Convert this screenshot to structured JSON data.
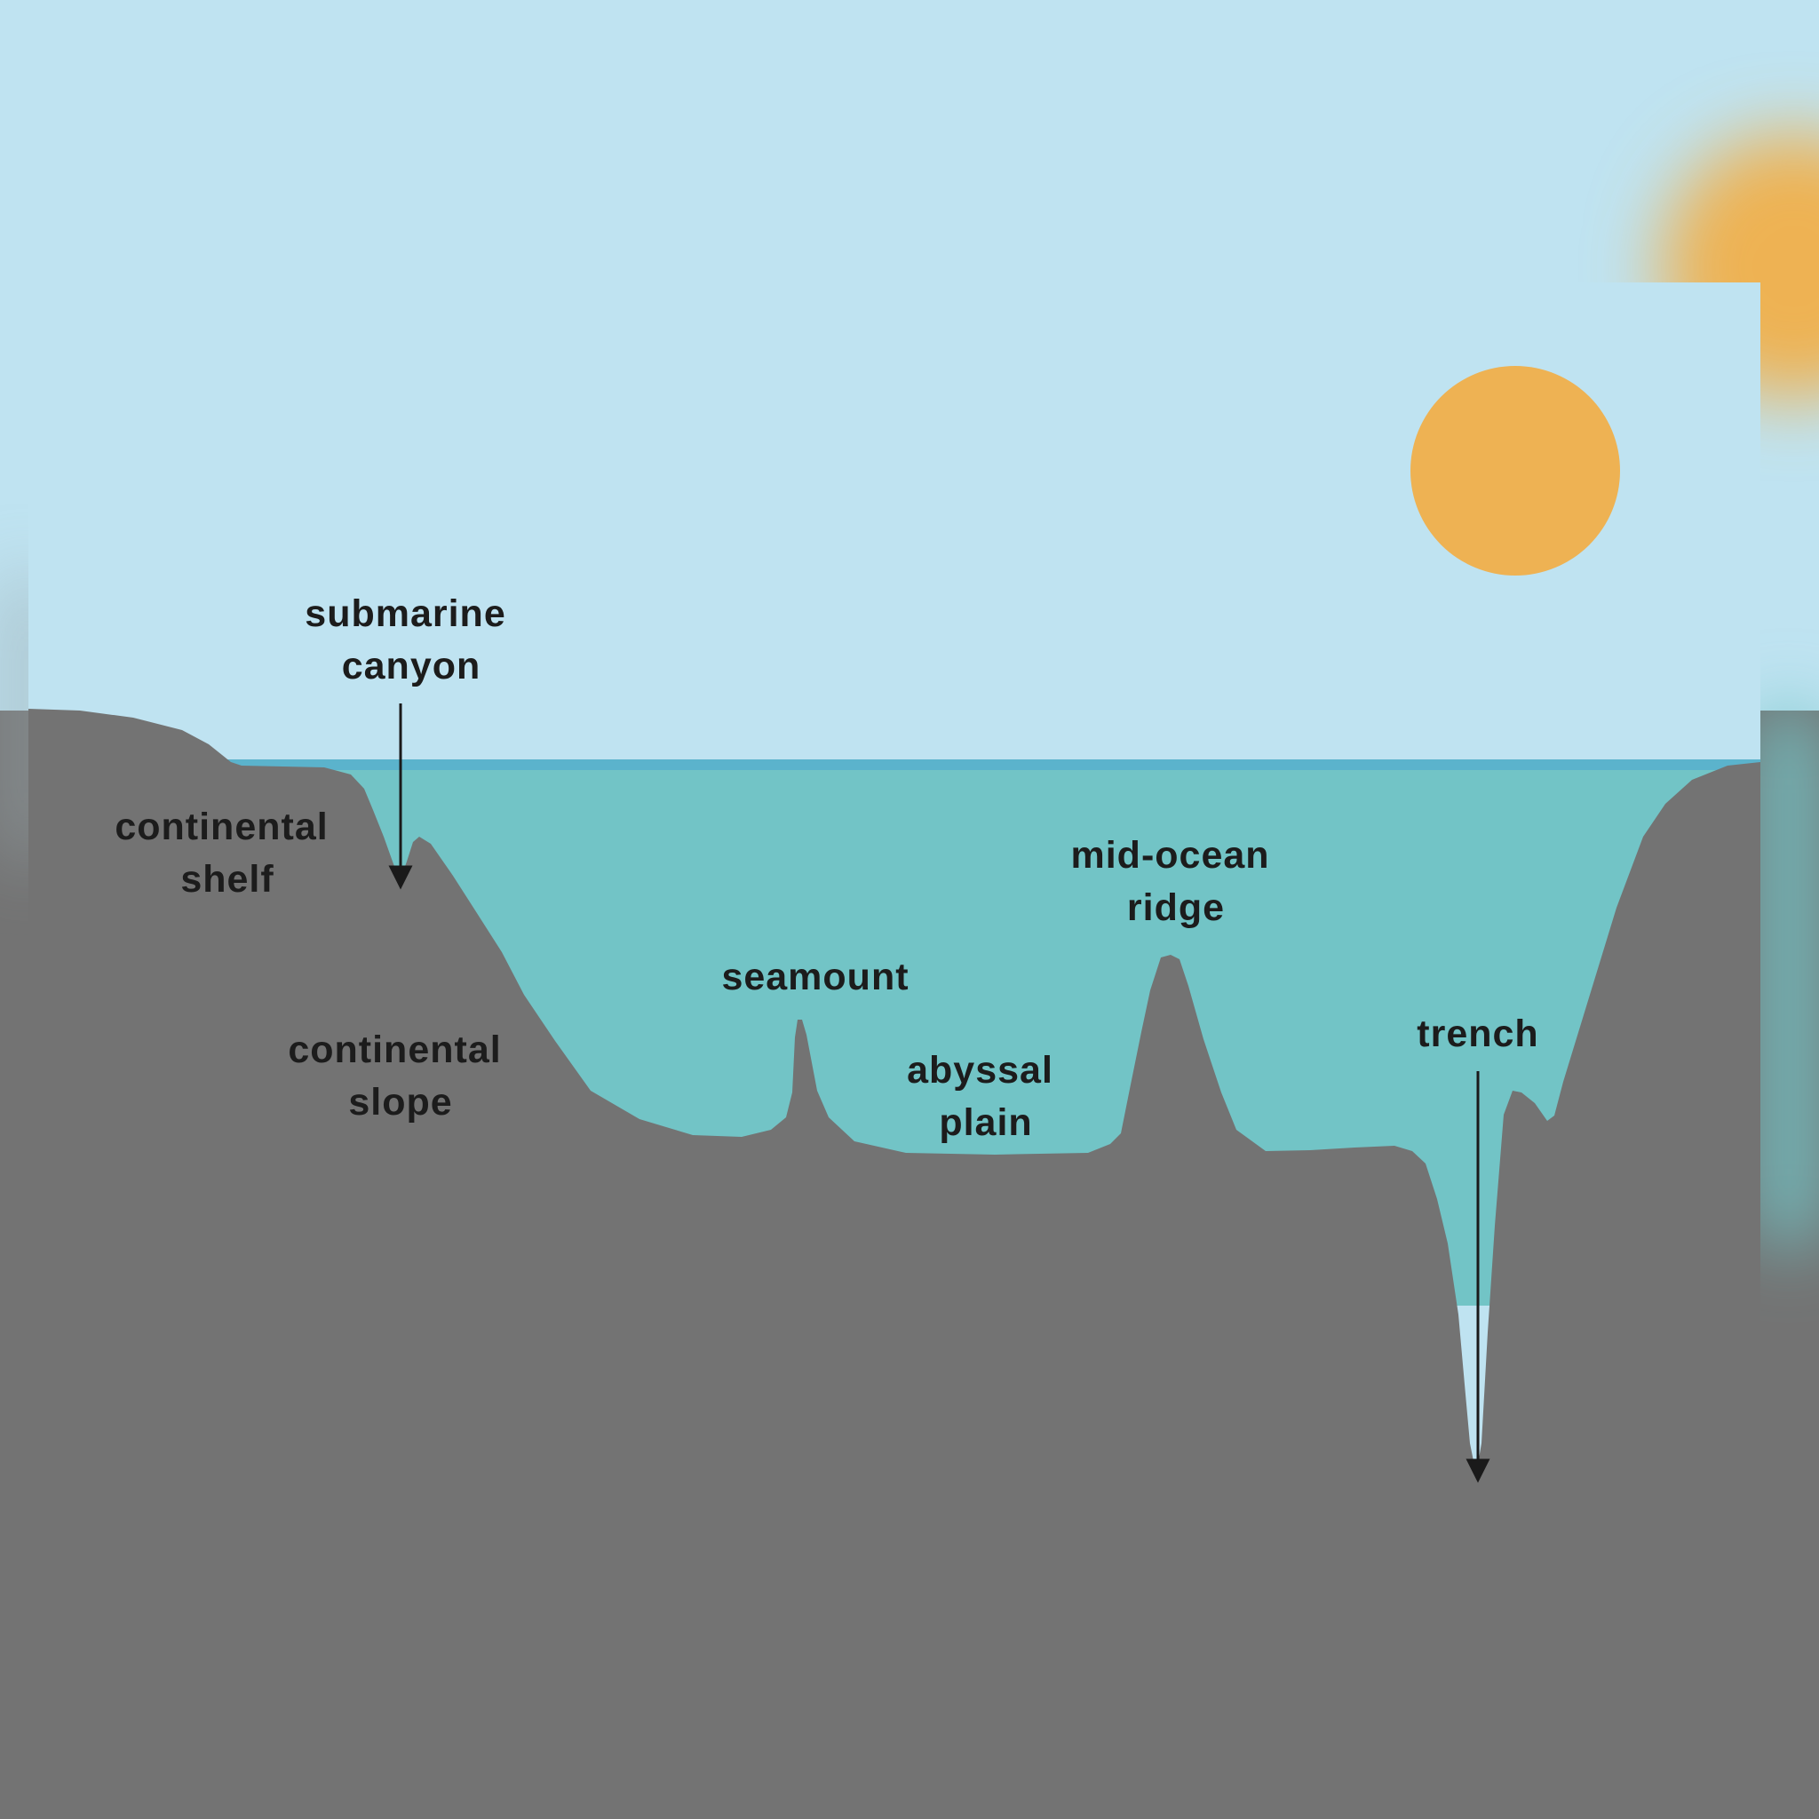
{
  "labels": {
    "submarine_canyon": [
      "submarine",
      "canyon"
    ],
    "continental_shelf": [
      "continental",
      "shelf"
    ],
    "continental_slope": [
      "continental",
      "slope"
    ],
    "seamount": [
      "seamount"
    ],
    "abyssal_plain": [
      "abyssal",
      "plain"
    ],
    "mid_ocean_ridge": [
      "mid-ocean",
      "ridge"
    ],
    "trench": [
      "trench"
    ]
  },
  "colors": {
    "sky": "#bfe3f1",
    "ocean": "#72c4c6",
    "ocean_surface": "#5bb3cc",
    "rock": "#737373",
    "sun": "#eeb253",
    "label_text": "#1c1c1c",
    "arrow": "#1a1a1a"
  }
}
